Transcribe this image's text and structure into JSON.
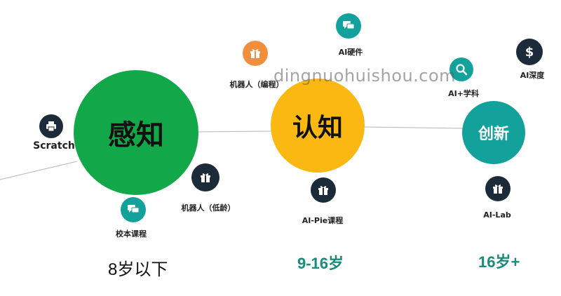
{
  "watermark": "dingnuohuishou.com",
  "stages": [
    {
      "title": "感知",
      "color": "#12a84a",
      "text_color": "#111111",
      "age": "8岁以下",
      "age_color": "#111111"
    },
    {
      "title": "认知",
      "color": "#fbb813",
      "text_color": "#111111",
      "age": "9-16岁",
      "age_color": "#1a8a7a"
    },
    {
      "title": "创新",
      "color": "#13a19c",
      "text_color": "#ffffff",
      "age": "16岁+",
      "age_color": "#1a8a7a"
    }
  ],
  "nodes": [
    {
      "label": "Scratch",
      "icon": "printer-icon",
      "color": "#1b2b3a"
    },
    {
      "label": "校本课程",
      "icon": "chat-icon",
      "color": "#13a19c"
    },
    {
      "label": "机器人（低龄）",
      "icon": "gift-icon",
      "color": "#1b2b3a"
    },
    {
      "label": "机器人（编程）",
      "icon": "gift-icon",
      "color": "#f28f3b"
    },
    {
      "label": "AI硬件",
      "icon": "chat-icon",
      "color": "#13a19c"
    },
    {
      "label": "AI-Pie课程",
      "icon": "gift-icon",
      "color": "#1b2b3a"
    },
    {
      "label": "AI+学科",
      "icon": "search-icon",
      "color": "#13a19c"
    },
    {
      "label": "AI深度",
      "icon": "dollar-icon",
      "color": "#1b2b3a"
    },
    {
      "label": "AI-Lab",
      "icon": "gift-icon",
      "color": "#1b2b3a"
    }
  ]
}
